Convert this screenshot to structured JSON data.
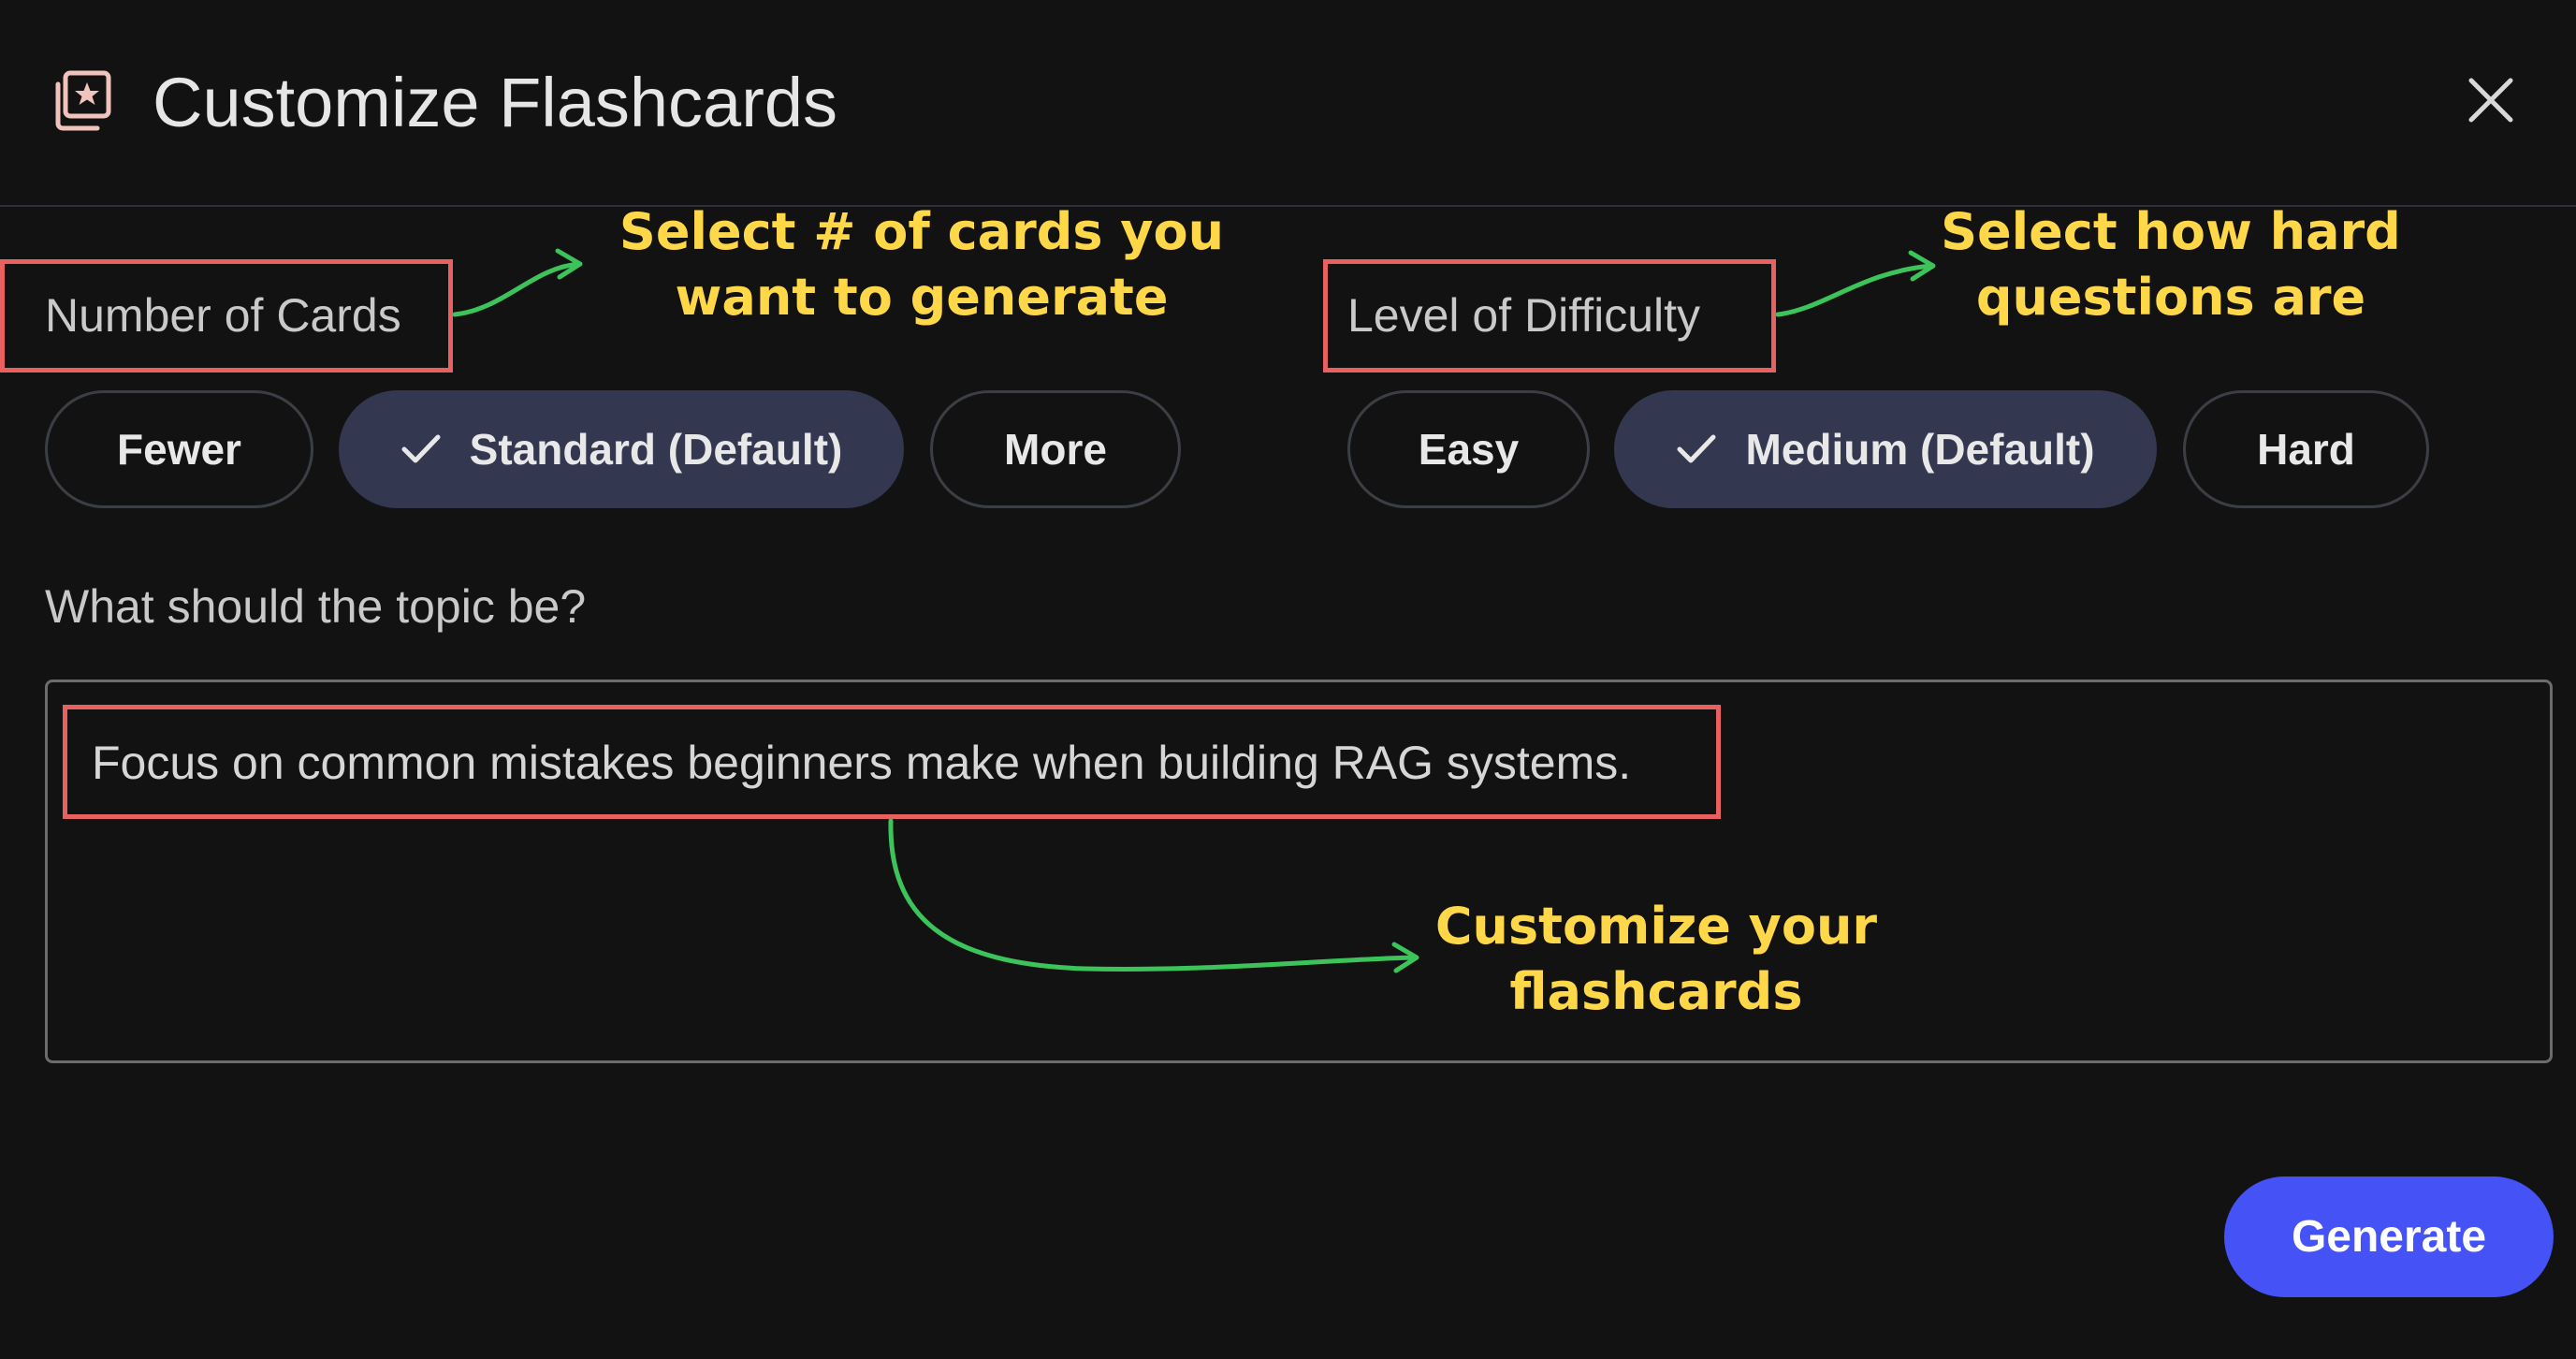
{
  "dialog": {
    "title": "Customize Flashcards",
    "header_icon": "flashcard-stack-icon",
    "close_icon": "close-icon"
  },
  "number_of_cards": {
    "label": "Number of Cards",
    "options": [
      {
        "label": "Fewer",
        "selected": false
      },
      {
        "label": "Standard (Default)",
        "selected": true
      },
      {
        "label": "More",
        "selected": false
      }
    ]
  },
  "difficulty": {
    "label": "Level of Difficulty",
    "options": [
      {
        "label": "Easy",
        "selected": false
      },
      {
        "label": "Medium (Default)",
        "selected": true
      },
      {
        "label": "Hard",
        "selected": false
      }
    ]
  },
  "topic": {
    "label": "What should the topic be?",
    "value": "Focus on common mistakes beginners make when building RAG systems."
  },
  "generate": {
    "label": "Generate"
  },
  "annotations": {
    "cards_note_line1": "Select # of cards you",
    "cards_note_line2": "want to generate",
    "difficulty_note_line1": "Select how hard",
    "difficulty_note_line2": "questions are",
    "topic_note_line1": "Customize your",
    "topic_note_line2": "flashcards"
  },
  "colors": {
    "background": "#121212",
    "chip_selected": "#33374f",
    "generate_button": "#4553f6",
    "annotation_box": "#e86060",
    "annotation_text": "#ffd84a",
    "annotation_arrow": "#3cc45a"
  }
}
